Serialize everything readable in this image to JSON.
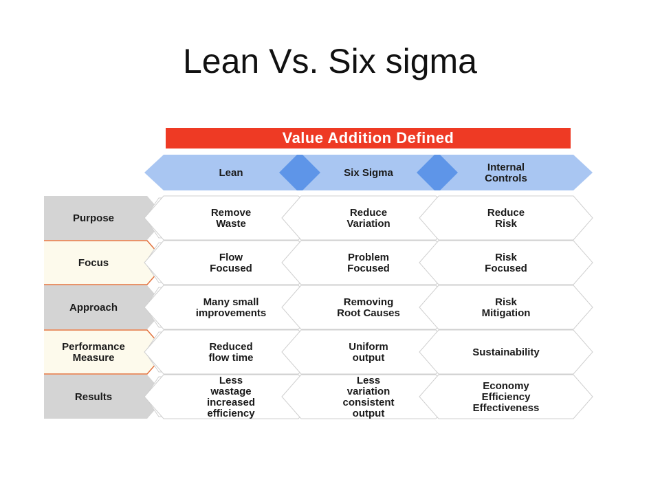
{
  "slide": {
    "title": "Lean Vs. Six sigma"
  },
  "diagram": {
    "banner": "Value Addition Defined",
    "columns": [
      [
        "Lean"
      ],
      [
        "Six Sigma"
      ],
      [
        "Internal",
        "Controls"
      ]
    ],
    "rows": [
      {
        "label": [
          "Purpose"
        ],
        "style": "gray",
        "cells": [
          [
            "Remove",
            "Waste"
          ],
          [
            "Reduce",
            "Variation"
          ],
          [
            "Reduce",
            "Risk"
          ]
        ]
      },
      {
        "label": [
          "Focus"
        ],
        "style": "cream",
        "cells": [
          [
            "Flow",
            "Focused"
          ],
          [
            "Problem",
            "Focused"
          ],
          [
            "Risk",
            "Focused"
          ]
        ]
      },
      {
        "label": [
          "Approach"
        ],
        "style": "gray",
        "cells": [
          [
            "Many small",
            "improvements"
          ],
          [
            "Removing",
            "Root Causes"
          ],
          [
            "Risk",
            "Mitigation"
          ]
        ]
      },
      {
        "label": [
          "Performance",
          "Measure"
        ],
        "style": "cream",
        "cells": [
          [
            "Reduced",
            "flow time"
          ],
          [
            "Uniform",
            "output"
          ],
          [
            "Sustainability"
          ]
        ]
      },
      {
        "label": [
          "Results"
        ],
        "style": "gray",
        "cells": [
          [
            "Less",
            "wastage",
            "increased",
            "efficiency"
          ],
          [
            "Less",
            "variation",
            "consistent",
            "output"
          ],
          [
            "Economy",
            "Efficiency",
            "Effectiveness"
          ]
        ]
      }
    ],
    "colors": {
      "banner": "#ee3a24",
      "header_blue": "#a9c6f2",
      "header_node": "#5e95e8",
      "row_gray": "#d4d4d4",
      "row_cream": "#fdfaec",
      "row_accent": "#e2703c",
      "cell_stroke": "#cfcfcf"
    }
  }
}
